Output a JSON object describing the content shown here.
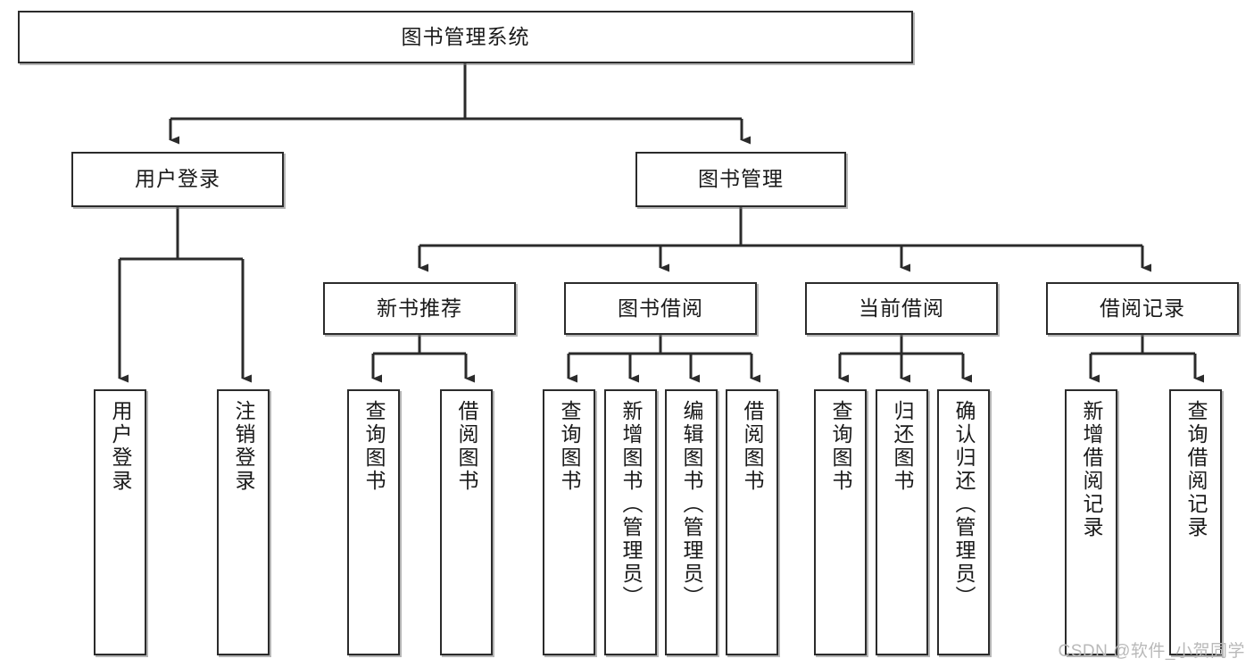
{
  "diagram": {
    "title": "图书管理系统",
    "watermark": "CSDN @软件_小贺同学",
    "colors": {
      "box_border": "#2b2b2b",
      "box_fill": "#ffffff",
      "edge": "#2b2b2b",
      "watermark": "#b9b9b9",
      "background": "#ffffff"
    },
    "nodes": {
      "root": {
        "label": "图书管理系统"
      },
      "level2": [
        {
          "label": "用户登录"
        },
        {
          "label": "图书管理"
        }
      ],
      "level3": [
        {
          "label": "新书推荐"
        },
        {
          "label": "图书借阅"
        },
        {
          "label": "当前借阅"
        },
        {
          "label": "借阅记录"
        }
      ],
      "leaves_user_login": [
        {
          "label": "用户登录"
        },
        {
          "label": "注销登录"
        }
      ],
      "leaves_new_book": [
        {
          "label": "查询图书"
        },
        {
          "label": "借阅图书"
        }
      ],
      "leaves_borrow": [
        {
          "label": "查询图书"
        },
        {
          "label": "新增图书（管理员）"
        },
        {
          "label": "编辑图书（管理员）"
        },
        {
          "label": "借阅图书"
        }
      ],
      "leaves_current": [
        {
          "label": "查询图书"
        },
        {
          "label": "归还图书"
        },
        {
          "label": "确认归还（管理员）"
        }
      ],
      "leaves_record": [
        {
          "label": "新增借阅记录"
        },
        {
          "label": "查询借阅记录"
        }
      ]
    }
  }
}
